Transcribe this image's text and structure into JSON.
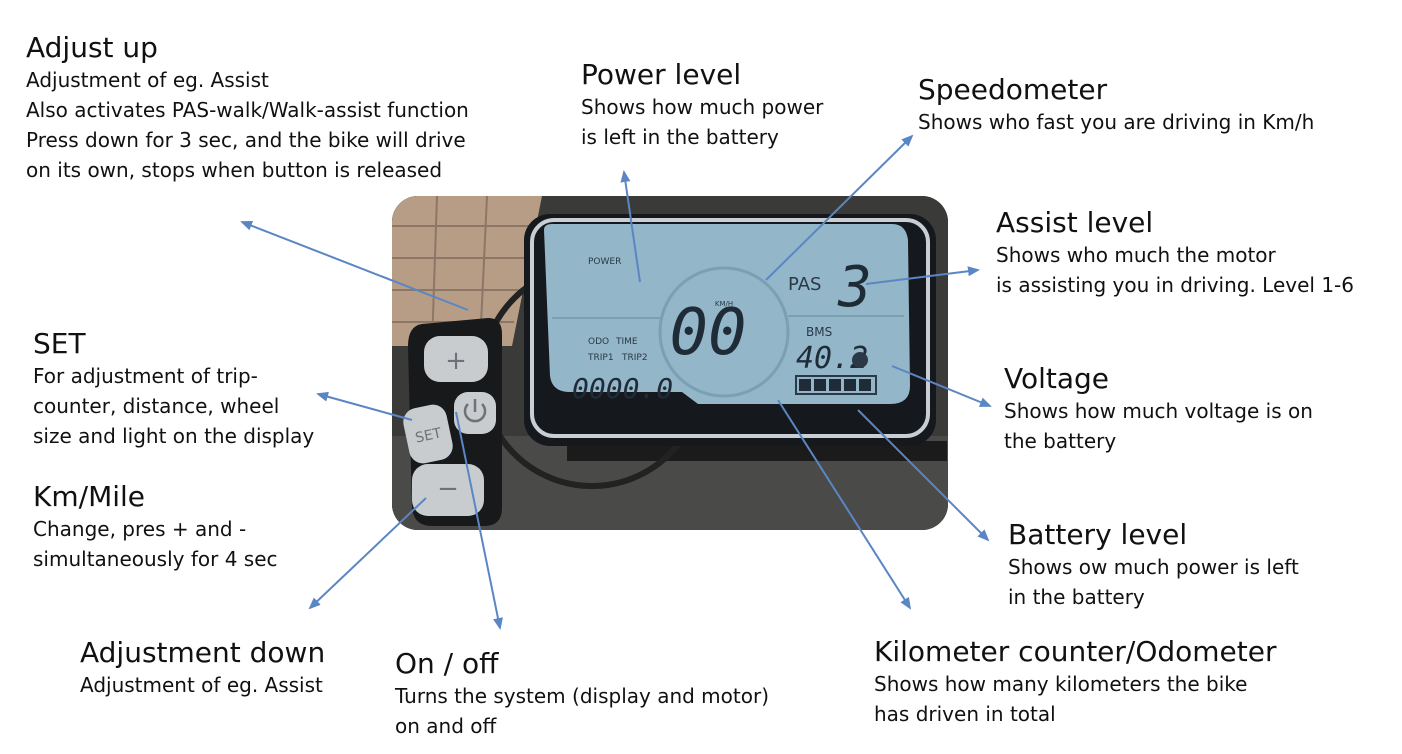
{
  "display": {
    "power_label": "POWER",
    "kmh_label": "KM/H",
    "pas_label": "PAS",
    "assist_value": "3",
    "speed_value": "00",
    "bms_label": "BMS",
    "voltage_value": "40.2",
    "odo_label": "ODO",
    "time_label": "TIME",
    "trip1_label": "TRIP1",
    "trip2_label": "TRIP2",
    "odometer_value": "0000.0",
    "battery_bars": 5,
    "buttons": {
      "plus": "+",
      "set": "SET",
      "minus": "−",
      "power_icon": "power-icon"
    }
  },
  "callouts": {
    "adjust_up": {
      "title": "Adjust up",
      "lines": [
        "Adjustment of eg. Assist",
        "Also activates PAS-walk/Walk-assist function",
        "Press down for 3 sec, and the bike will drive",
        "on its own, stops when button is released"
      ]
    },
    "power_level": {
      "title": "Power level",
      "lines": [
        "Shows how much power",
        "is left in the battery"
      ]
    },
    "speedometer": {
      "title": "Speedometer",
      "lines": [
        "Shows who fast you are driving in Km/h"
      ]
    },
    "assist_level": {
      "title": "Assist level",
      "lines": [
        "Shows who much the motor",
        "is assisting you in driving. Level 1-6"
      ]
    },
    "set": {
      "title": "SET",
      "lines": [
        "For adjustment of trip-",
        "counter, distance, wheel",
        "size and light on the display"
      ]
    },
    "voltage": {
      "title": "Voltage",
      "lines": [
        "Shows how much voltage is on",
        "the battery"
      ]
    },
    "km_mile": {
      "title": "Km/Mile",
      "lines": [
        "Change, pres + and  -",
        "simultaneously for 4 sec"
      ]
    },
    "battery_level": {
      "title": "Battery level",
      "lines": [
        "Shows ow much power is left",
        "in the battery"
      ]
    },
    "adjustment_down": {
      "title": "Adjustment down",
      "lines": [
        "Adjustment of eg. Assist"
      ]
    },
    "on_off": {
      "title": "On / off",
      "lines": [
        "Turns the system (display and motor)",
        "on and off"
      ]
    },
    "odometer": {
      "title": "Kilometer counter/Odometer",
      "lines": [
        "Shows how many kilometers the bike",
        "has driven in total"
      ]
    }
  },
  "colors": {
    "arrow": "#5b86c4",
    "lcd_background": "#93b6c8",
    "lcd_segments": "#1f2c38",
    "button": "#c9ccce",
    "frame": "#c8ced4"
  }
}
